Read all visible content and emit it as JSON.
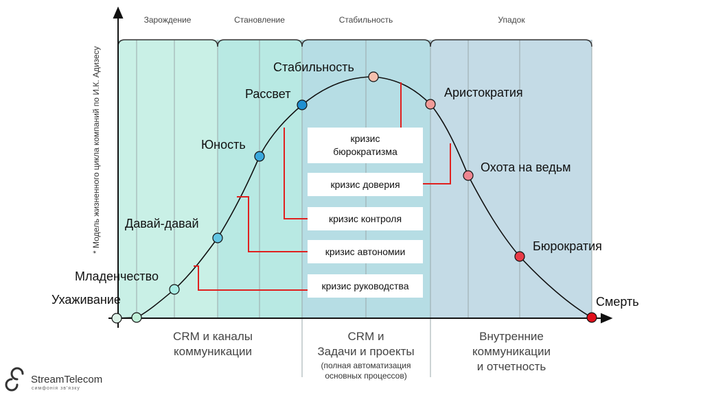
{
  "y_axis_label": "* Модель жизненного цикла компаний по И.К. Адизесу",
  "phases": [
    {
      "label": "Зарождение"
    },
    {
      "label": "Становление"
    },
    {
      "label": "Стабильность"
    },
    {
      "label": "Упадок"
    }
  ],
  "stages": {
    "courtship": "Ухаживание",
    "infancy": "Младенчество",
    "go_go": "Давай-давай",
    "adolescence": "Юность",
    "prime": "Рассвет",
    "stability": "Стабильность",
    "aristocracy": "Аристократия",
    "witch_hunt": "Охота на ведьм",
    "bureaucracy": "Бюрократия",
    "death": "Смерть"
  },
  "crises": {
    "bureaucratism_line1": "кризис",
    "bureaucratism_line2": "бюрократизма",
    "trust": "кризис доверия",
    "control": "кризис контроля",
    "autonomy": "кризис автономии",
    "leadership": "кризис руководства"
  },
  "bottom": {
    "left_line1": "CRM и каналы",
    "left_line2": "коммуникации",
    "mid_line1": "CRM и",
    "mid_line2": "Задачи и проекты",
    "mid_note1": "(полная автоматизация",
    "mid_note2": "основных процессов)",
    "right_line1": "Внутренние",
    "right_line2": "коммуникации",
    "right_line3": "и отчетность"
  },
  "logo": {
    "name": "StreamTelecom",
    "tagline": "симфонія зв'язку"
  },
  "colors": {
    "phase1_fill": "#c8efe6",
    "phase2_fill": "#b7e8e2",
    "phase3_fill": "#b5dde3",
    "phase4_fill": "#c3dbe6",
    "crisis_line": "#e0201e",
    "curve": "#111111"
  }
}
